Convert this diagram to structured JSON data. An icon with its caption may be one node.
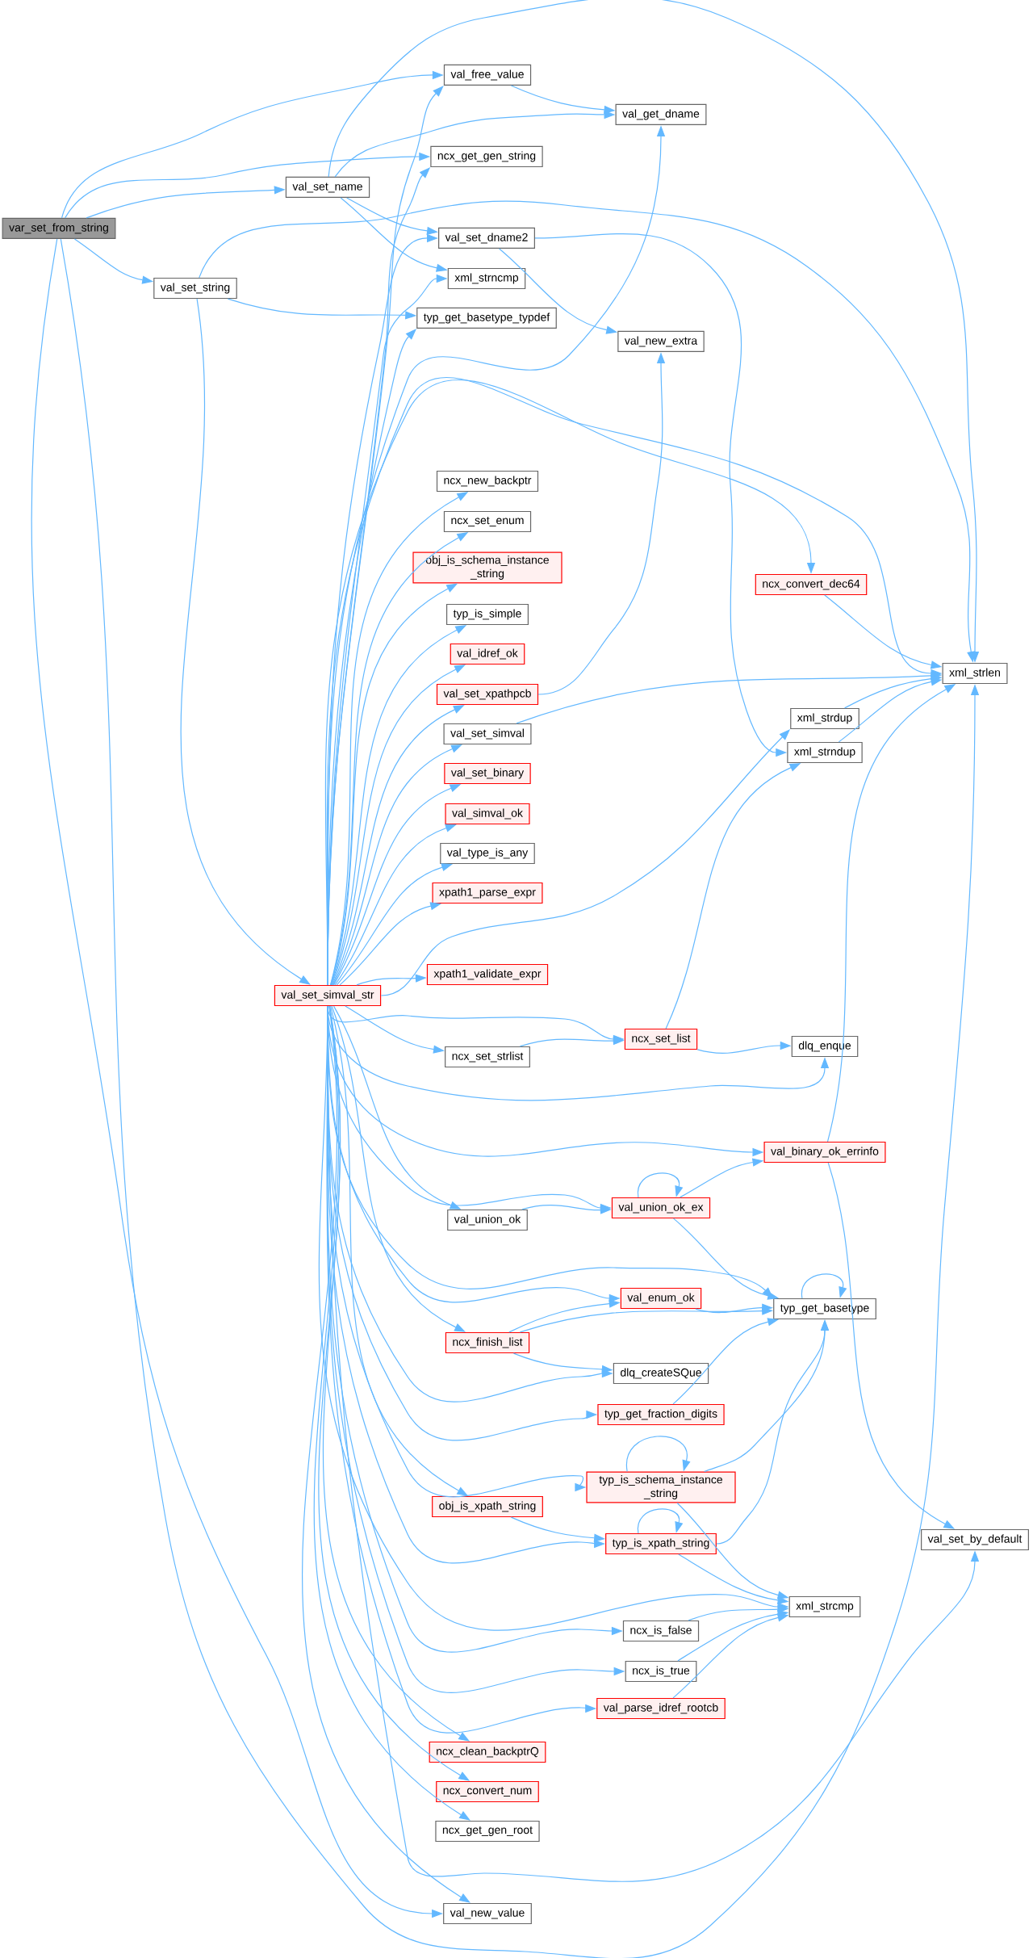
{
  "diagram": {
    "nodes": [
      {
        "text": [
          "var_set_from_string"
        ]
      },
      {
        "text": [
          "val_free_value"
        ]
      },
      {
        "text": [
          "val_get_dname"
        ]
      },
      {
        "text": [
          "ncx_get_gen_string"
        ]
      },
      {
        "text": [
          "val_set_name"
        ]
      },
      {
        "text": [
          "val_set_dname2"
        ]
      },
      {
        "text": [
          "xml_strncmp"
        ]
      },
      {
        "text": [
          "val_set_string"
        ]
      },
      {
        "text": [
          "typ_get_basetype_typdef"
        ]
      },
      {
        "text": [
          "val_new_extra"
        ]
      },
      {
        "text": [
          "ncx_new_backptr"
        ]
      },
      {
        "text": [
          "ncx_set_enum"
        ]
      },
      {
        "text": [
          "obj_is_schema_instance _string"
        ]
      },
      {
        "text": [
          "typ_is_simple"
        ]
      },
      {
        "text": [
          "val_idref_ok"
        ]
      },
      {
        "text": [
          "val_set_xpathpcb"
        ]
      },
      {
        "text": [
          "ncx_convert_dec64"
        ]
      },
      {
        "text": [
          "xml_strlen"
        ]
      },
      {
        "text": [
          "val_set_simval"
        ]
      },
      {
        "text": [
          "xml_strdup"
        ]
      },
      {
        "text": [
          "xml_strndup"
        ]
      },
      {
        "text": [
          "val_set_binary"
        ]
      },
      {
        "text": [
          "val_simval_ok"
        ]
      },
      {
        "text": [
          "val_type_is_any"
        ]
      },
      {
        "text": [
          "xpath1_parse_expr"
        ]
      },
      {
        "text": [
          "xpath1_validate_expr"
        ]
      },
      {
        "text": [
          "val_set_simval_str"
        ]
      },
      {
        "text": [
          "ncx_set_list"
        ]
      },
      {
        "text": [
          "dlq_enque"
        ]
      },
      {
        "text": [
          "ncx_set_strlist"
        ]
      },
      {
        "text": [
          "val_binary_ok_errinfo"
        ]
      },
      {
        "text": [
          "val_union_ok_ex"
        ]
      },
      {
        "text": [
          "val_union_ok"
        ]
      },
      {
        "text": [
          "val_enum_ok"
        ]
      },
      {
        "text": [
          "typ_get_basetype"
        ]
      },
      {
        "text": [
          "ncx_finish_list"
        ]
      },
      {
        "text": [
          "dlq_createSQue"
        ]
      },
      {
        "text": [
          "typ_get_fraction_digits"
        ]
      },
      {
        "text": [
          "typ_is_schema_instance _string"
        ]
      },
      {
        "text": [
          "obj_is_xpath_string"
        ]
      },
      {
        "text": [
          "val_set_by_default"
        ]
      },
      {
        "text": [
          "typ_is_xpath_string"
        ]
      },
      {
        "text": [
          "xml_strcmp"
        ]
      },
      {
        "text": [
          "ncx_is_false"
        ]
      },
      {
        "text": [
          "ncx_is_true"
        ]
      },
      {
        "text": [
          "val_parse_idref_rootcb"
        ]
      },
      {
        "text": [
          "ncx_clean_backptrQ"
        ]
      },
      {
        "text": [
          "ncx_convert_num"
        ]
      },
      {
        "text": [
          "ncx_get_gen_root"
        ]
      },
      {
        "text": [
          "val_new_value"
        ]
      }
    ],
    "edges": [
      {
        "from": 0,
        "to": 1,
        "arrow": "to"
      },
      {
        "from": 0,
        "to": 3,
        "arrow": "to"
      },
      {
        "from": 0,
        "to": 4,
        "arrow": "to"
      },
      {
        "from": 0,
        "to": 7,
        "arrow": "to"
      },
      {
        "from": 0,
        "to": 17,
        "arrow": "to"
      },
      {
        "from": 0,
        "to": 49,
        "arrow": "to"
      },
      {
        "from": 1,
        "to": 2,
        "arrow": "to"
      },
      {
        "from": 4,
        "to": 17,
        "arrow": "to"
      },
      {
        "from": 4,
        "to": 2,
        "arrow": "to"
      },
      {
        "from": 4,
        "to": 5,
        "arrow": "to"
      },
      {
        "from": 4,
        "to": 6,
        "arrow": "to"
      },
      {
        "from": 7,
        "to": 17,
        "arrow": "to"
      },
      {
        "from": 7,
        "to": 8,
        "arrow": "to"
      },
      {
        "from": 7,
        "to": 26,
        "arrow": "to"
      },
      {
        "from": 5,
        "to": 9,
        "arrow": "to"
      },
      {
        "from": 5,
        "to": 20,
        "arrow": "to"
      },
      {
        "from": 26,
        "to": 1,
        "arrow": "to"
      },
      {
        "from": 26,
        "to": 2,
        "arrow": "to"
      },
      {
        "from": 26,
        "to": 3,
        "arrow": "to"
      },
      {
        "from": 26,
        "to": 5,
        "arrow": "to"
      },
      {
        "from": 26,
        "to": 6,
        "arrow": "to"
      },
      {
        "from": 26,
        "to": 8,
        "arrow": "to"
      },
      {
        "from": 26,
        "to": 17,
        "arrow": "to"
      },
      {
        "from": 26,
        "to": 16,
        "arrow": "to"
      },
      {
        "from": 26,
        "to": 10,
        "arrow": "to"
      },
      {
        "from": 26,
        "to": 11,
        "arrow": "to"
      },
      {
        "from": 26,
        "to": 12,
        "arrow": "to"
      },
      {
        "from": 26,
        "to": 13,
        "arrow": "to"
      },
      {
        "from": 26,
        "to": 14,
        "arrow": "to"
      },
      {
        "from": 26,
        "to": 15,
        "arrow": "to"
      },
      {
        "from": 26,
        "to": 18,
        "arrow": "to"
      },
      {
        "from": 26,
        "to": 21,
        "arrow": "to"
      },
      {
        "from": 26,
        "to": 22,
        "arrow": "to"
      },
      {
        "from": 26,
        "to": 23,
        "arrow": "to"
      },
      {
        "from": 26,
        "to": 24,
        "arrow": "to"
      },
      {
        "from": 26,
        "to": 19,
        "arrow": "to"
      },
      {
        "from": 26,
        "to": 25,
        "arrow": "to"
      },
      {
        "from": 26,
        "to": 27,
        "arrow": "to"
      },
      {
        "from": 26,
        "to": 29,
        "arrow": "to"
      },
      {
        "from": 26,
        "to": 28,
        "arrow": "to"
      },
      {
        "from": 26,
        "to": 30,
        "arrow": "to"
      },
      {
        "from": 26,
        "to": 31,
        "arrow": "to"
      },
      {
        "from": 26,
        "to": 32,
        "arrow": "to"
      },
      {
        "from": 26,
        "to": 33,
        "arrow": "to"
      },
      {
        "from": 26,
        "to": 34,
        "arrow": "to"
      },
      {
        "from": 26,
        "to": 35,
        "arrow": "to"
      },
      {
        "from": 26,
        "to": 36,
        "arrow": "to"
      },
      {
        "from": 26,
        "to": 37,
        "arrow": "to"
      },
      {
        "from": 26,
        "to": 38,
        "arrow": "to"
      },
      {
        "from": 26,
        "to": 39,
        "arrow": "to"
      },
      {
        "from": 26,
        "to": 41,
        "arrow": "to"
      },
      {
        "from": 26,
        "to": 42,
        "arrow": "to"
      },
      {
        "from": 26,
        "to": 43,
        "arrow": "to"
      },
      {
        "from": 26,
        "to": 44,
        "arrow": "to"
      },
      {
        "from": 26,
        "to": 45,
        "arrow": "to"
      },
      {
        "from": 26,
        "to": 46,
        "arrow": "to"
      },
      {
        "from": 26,
        "to": 47,
        "arrow": "to"
      },
      {
        "from": 26,
        "to": 48,
        "arrow": "to"
      },
      {
        "from": 26,
        "to": 49,
        "arrow": "to"
      },
      {
        "from": 26,
        "to": 40,
        "arrow": "to"
      },
      {
        "from": 15,
        "to": 9,
        "arrow": "to"
      },
      {
        "from": 16,
        "to": 17,
        "arrow": "to"
      },
      {
        "from": 18,
        "to": 17,
        "arrow": "to"
      },
      {
        "from": 19,
        "to": 17,
        "arrow": "to"
      },
      {
        "from": 20,
        "to": 17,
        "arrow": "to"
      },
      {
        "from": 29,
        "to": 27,
        "arrow": "to"
      },
      {
        "from": 27,
        "to": 20,
        "arrow": "to"
      },
      {
        "from": 27,
        "to": 28,
        "arrow": "to"
      },
      {
        "from": 32,
        "to": 31,
        "arrow": "to"
      },
      {
        "from": 31,
        "to": 31,
        "arrow": "to"
      },
      {
        "from": 31,
        "to": 30,
        "arrow": "to"
      },
      {
        "from": 31,
        "to": 34,
        "arrow": "to"
      },
      {
        "from": 30,
        "to": 17,
        "arrow": "to"
      },
      {
        "from": 30,
        "to": 40,
        "arrow": "to"
      },
      {
        "from": 35,
        "to": 33,
        "arrow": "to"
      },
      {
        "from": 35,
        "to": 34,
        "arrow": "to"
      },
      {
        "from": 35,
        "to": 36,
        "arrow": "to"
      },
      {
        "from": 33,
        "to": 34,
        "arrow": "to"
      },
      {
        "from": 34,
        "to": 34,
        "arrow": "to"
      },
      {
        "from": 37,
        "to": 34,
        "arrow": "to"
      },
      {
        "from": 38,
        "to": 38,
        "arrow": "to"
      },
      {
        "from": 38,
        "to": 34,
        "arrow": "to"
      },
      {
        "from": 38,
        "to": 42,
        "arrow": "to"
      },
      {
        "from": 39,
        "to": 41,
        "arrow": "to"
      },
      {
        "from": 41,
        "to": 41,
        "arrow": "to"
      },
      {
        "from": 41,
        "to": 34,
        "arrow": "to"
      },
      {
        "from": 41,
        "to": 42,
        "arrow": "to"
      },
      {
        "from": 43,
        "to": 42,
        "arrow": "to"
      },
      {
        "from": 44,
        "to": 42,
        "arrow": "to"
      },
      {
        "from": 45,
        "to": 42,
        "arrow": "to"
      }
    ]
  }
}
